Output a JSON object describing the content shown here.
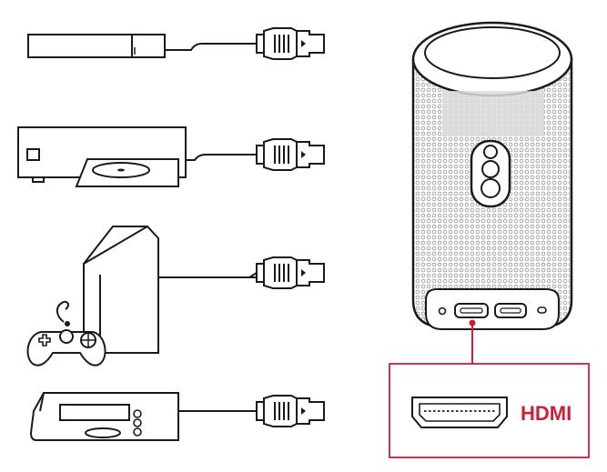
{
  "accent_color": "#cc1f3a",
  "line_color": "#1a1a1a",
  "sources": [
    {
      "name": "streaming-stick",
      "icon": "streaming-stick-icon"
    },
    {
      "name": "dvd-player",
      "icon": "dvd-player-icon"
    },
    {
      "name": "game-console",
      "icon": "game-console-icon"
    },
    {
      "name": "set-top-box",
      "icon": "set-top-box-icon"
    }
  ],
  "projector": {
    "icon": "projector-icon"
  },
  "port_callout": {
    "label": "HDMI",
    "icon": "hdmi-port-icon"
  }
}
